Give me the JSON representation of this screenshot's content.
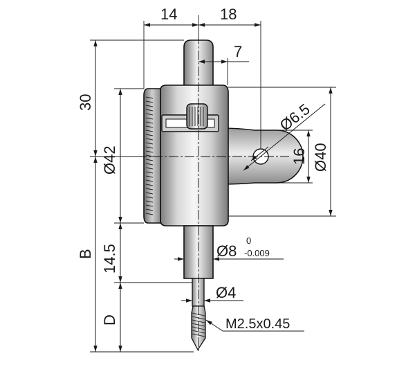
{
  "dimensions": {
    "top_left": "14",
    "top_right": "18",
    "small_offset": "7",
    "height_30": "30",
    "dia_42": "Ø42",
    "dia_6_5": "Ø6.5",
    "lug_16": "16",
    "dia_40": "Ø40",
    "b": "B",
    "len_14_5": "14.5",
    "dia_8": "Ø8",
    "tol_upper": "0",
    "tol_lower": "-0.009",
    "dia_4": "Ø4",
    "d": "D",
    "thread": "M2.5x0.45"
  },
  "colors": {
    "body_light": "#f4f4f4",
    "body_dark": "#8a8a8a",
    "line": "#1a1a1a"
  }
}
